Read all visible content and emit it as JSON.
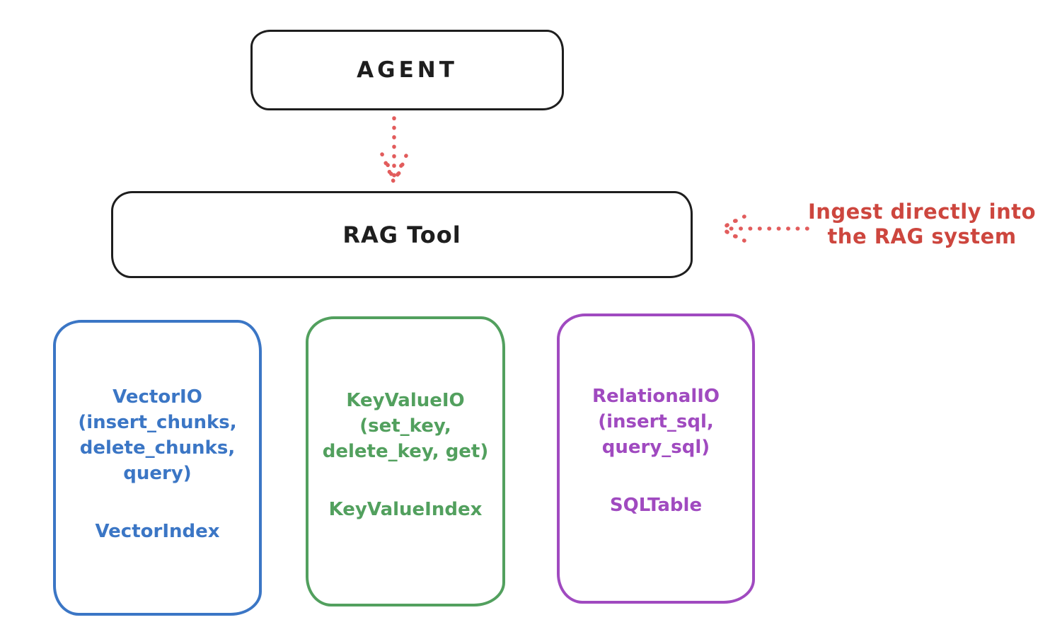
{
  "colors": {
    "background": "#ffffff",
    "ink": "#1e1e1e",
    "arrow_red": "#e25c5c",
    "annotation_red": "#cd463e",
    "module_blue": "#3b76c5",
    "module_green": "#52a05e",
    "module_purple": "#a04ac0"
  },
  "diagram": {
    "agent_label": "AGENT",
    "rag_tool_label": "RAG Tool",
    "annotation_text": "Ingest directly into\nthe RAG system",
    "modules": [
      {
        "name": "vector-io",
        "io_label": "VectorIO\n(insert_chunks,\ndelete_chunks,\nquery)",
        "index_label": "VectorIndex"
      },
      {
        "name": "keyvalue-io",
        "io_label": "KeyValueIO\n(set_key,\ndelete_key, get)",
        "index_label": "KeyValueIndex"
      },
      {
        "name": "relational-io",
        "io_label": "RelationalIO\n(insert_sql,\nquery_sql)",
        "index_label": "SQLTable"
      }
    ]
  }
}
